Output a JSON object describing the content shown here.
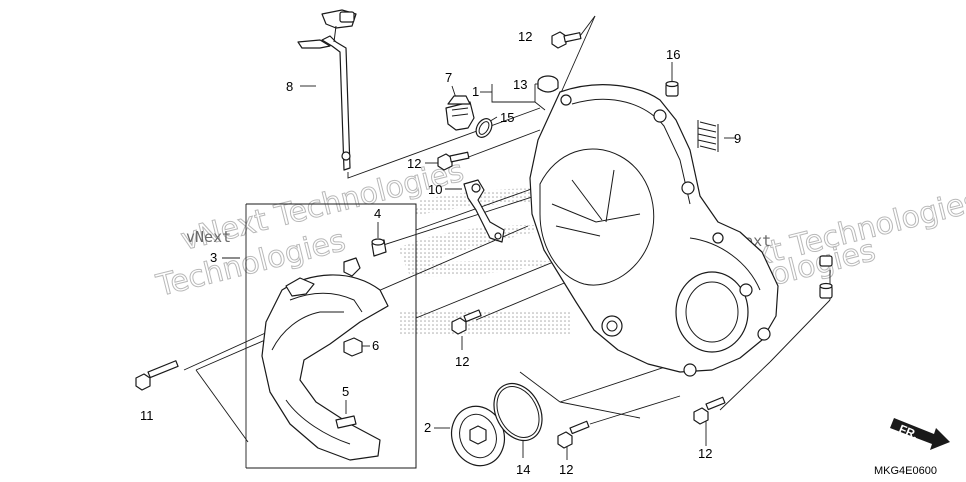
{
  "watermark": {
    "line_a": "vNext Technologies",
    "line_b": "Technologies",
    "line_c": "vNext Technologies",
    "line_d": "Technologies",
    "line_e": "vNext",
    "line_f": "vNext"
  },
  "callouts": {
    "c1": "1",
    "c2": "2",
    "c3": "3",
    "c4": "4",
    "c5": "5",
    "c6": "6",
    "c7": "7",
    "c8": "8",
    "c9": "9",
    "c10": "10",
    "c11": "11",
    "c12a": "12",
    "c12b": "12",
    "c12c": "12",
    "c12d": "12",
    "c12e": "12",
    "c13": "13",
    "c14": "14",
    "c15": "15",
    "c16": "16"
  },
  "direction_label": "FR.",
  "figure_code": "MKG4E0600"
}
